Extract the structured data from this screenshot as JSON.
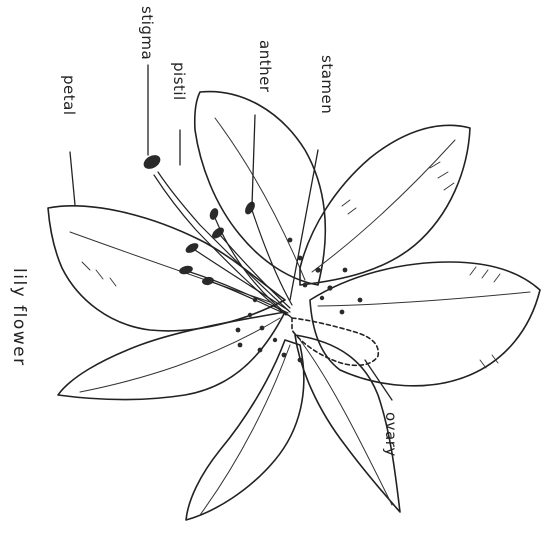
{
  "diagram": {
    "title": "lily flower",
    "labels": {
      "stigma": "stigma",
      "pistil": "pistil",
      "anther": "anther",
      "stamen": "stamen",
      "petal": "petal",
      "ovary": "ovary"
    },
    "ink_color": "#222222",
    "background_color": "#ffffff"
  }
}
